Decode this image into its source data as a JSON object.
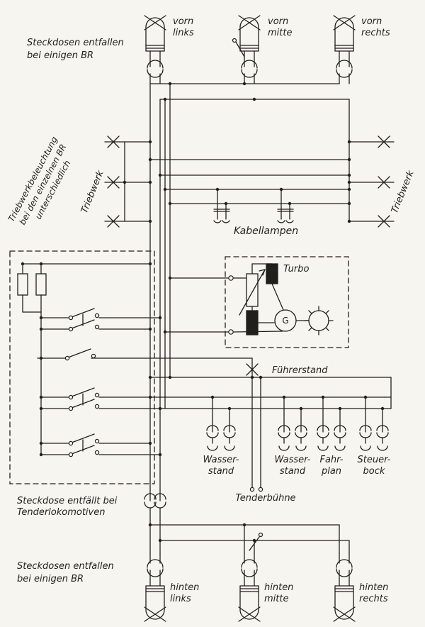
{
  "meta": {
    "title": "Lokomotiv-Beleuchtung Schaltplan"
  },
  "colors": {
    "ink": "#211f1c",
    "paper": "#f7f5ef"
  },
  "notes": {
    "top": {
      "line1": "Steckdosen entfallen",
      "line2": "bei einigen BR"
    },
    "triebwerk": {
      "line1": "Triebwerkbeleuchtung",
      "line2": "bei den einzelnen BR",
      "line3": "unterschiedlich"
    },
    "tender": {
      "line1": "Steckdose entfällt bei",
      "line2": "Tenderlokomotiven"
    },
    "bottom": {
      "line1": "Steckdosen entfallen",
      "line2": "bei einigen BR"
    }
  },
  "lamps": {
    "front_left": {
      "line1": "vorn",
      "line2": "links"
    },
    "front_middle": {
      "line1": "vorn",
      "line2": "mitte"
    },
    "front_right": {
      "line1": "vorn",
      "line2": "rechts"
    },
    "rear_left": {
      "line1": "hinten",
      "line2": "links"
    },
    "rear_middle": {
      "line1": "hinten",
      "line2": "mitte"
    },
    "rear_right": {
      "line1": "hinten",
      "line2": "rechts"
    }
  },
  "labels": {
    "triebwerk_left": "Triebwerk",
    "triebwerk_right": "Triebwerk",
    "kabellampen": "Kabellampen",
    "turbo": "Turbo",
    "generator": "G",
    "fuehrerstand": "Führerstand",
    "tenderbuehne": "Tenderbühne",
    "wasserstand_1": {
      "line1": "Wasser-",
      "line2": "stand"
    },
    "wasserstand_2": {
      "line1": "Wasser-",
      "line2": "stand"
    },
    "fahrplan": {
      "line1": "Fahr-",
      "line2": "plan"
    },
    "steuerbock": {
      "line1": "Steuer-",
      "line2": "bock"
    }
  }
}
